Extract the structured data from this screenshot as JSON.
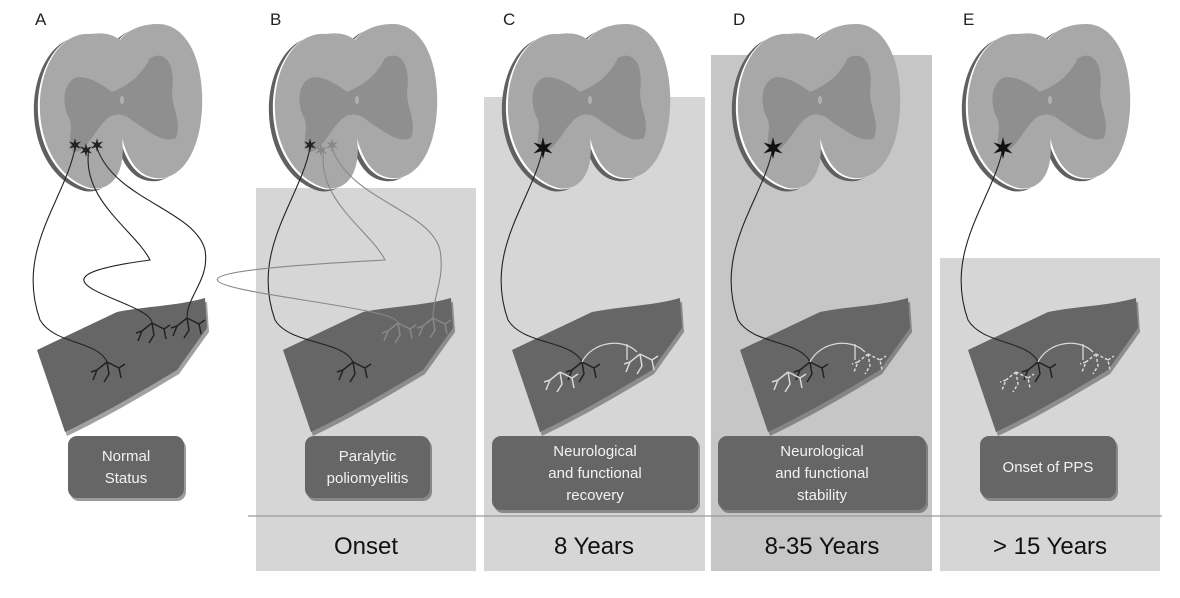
{
  "colors": {
    "band_light": "#d6d6d6",
    "band_dark": "#c6c6c6",
    "cord_white_matter": "#a8a8a8",
    "cord_gray_matter": "#8f8f8f",
    "cord_shadow": "#606060",
    "muscle": "#666666",
    "label_box": "#666666"
  },
  "panels": [
    {
      "letter": "A",
      "label_lines": [
        "Normal",
        "Status"
      ],
      "time": "",
      "neurons": "normal"
    },
    {
      "letter": "B",
      "label_lines": [
        "Paralytic",
        "poliomyelitis"
      ],
      "time": "Onset",
      "neurons": "paralytic"
    },
    {
      "letter": "C",
      "label_lines": [
        "Neurological",
        "and functional",
        "recovery"
      ],
      "time": "8 Years",
      "neurons": "recovery"
    },
    {
      "letter": "D",
      "label_lines": [
        "Neurological",
        "and functional",
        "stability"
      ],
      "time": "8-35 Years",
      "neurons": "stability"
    },
    {
      "letter": "E",
      "label_lines": [
        "Onset of PPS"
      ],
      "time": "> 15 Years",
      "neurons": "pps"
    }
  ]
}
